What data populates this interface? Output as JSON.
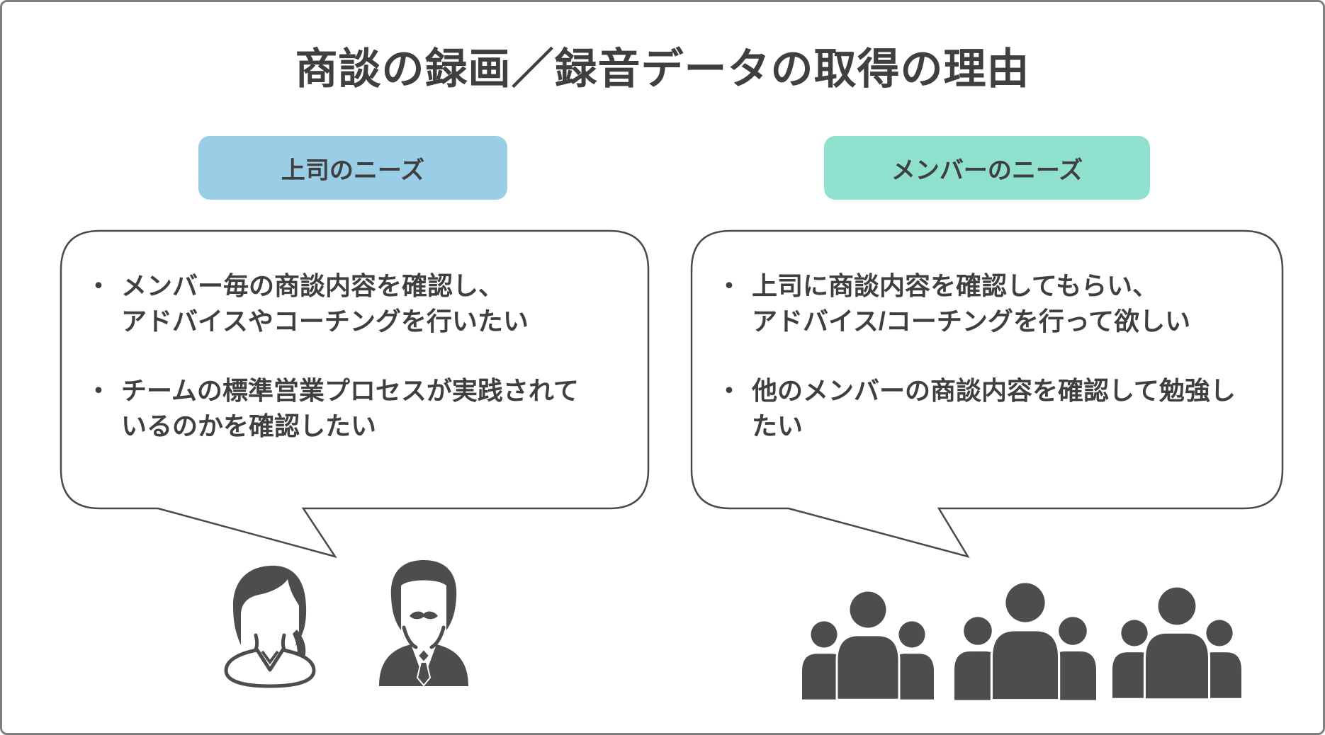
{
  "title": "商談の録画／録音データの取得の理由",
  "bullet_char": "・",
  "colors": {
    "title_text": "#3F3F3F",
    "boss_header_bg": "#99CEE6",
    "member_header_bg": "#8FE0CC",
    "bubble_outline": "#4A4A4A",
    "icon_gray": "#4D4D4D",
    "frame_border": "#808080"
  },
  "boss_section": {
    "header_label": "上司のニーズ",
    "bullets": [
      {
        "lines": [
          "メンバー毎の商談内容を確認し、",
          "アドバイスやコーチングを行いたい"
        ]
      },
      {
        "lines": [
          "チームの標準営業プロセスが実践されて",
          "いるのかを確認したい"
        ]
      }
    ],
    "icons": [
      "woman-icon",
      "man-icon"
    ]
  },
  "member_section": {
    "header_label": "メンバーのニーズ",
    "bullets": [
      {
        "lines": [
          "上司に商談内容を確認してもらい、",
          "アドバイス/コーチングを行って欲しい"
        ]
      },
      {
        "lines": [
          "他のメンバーの商談内容を確認して勉強し",
          "たい"
        ]
      }
    ],
    "icons": [
      "group-of-people-icon"
    ]
  }
}
